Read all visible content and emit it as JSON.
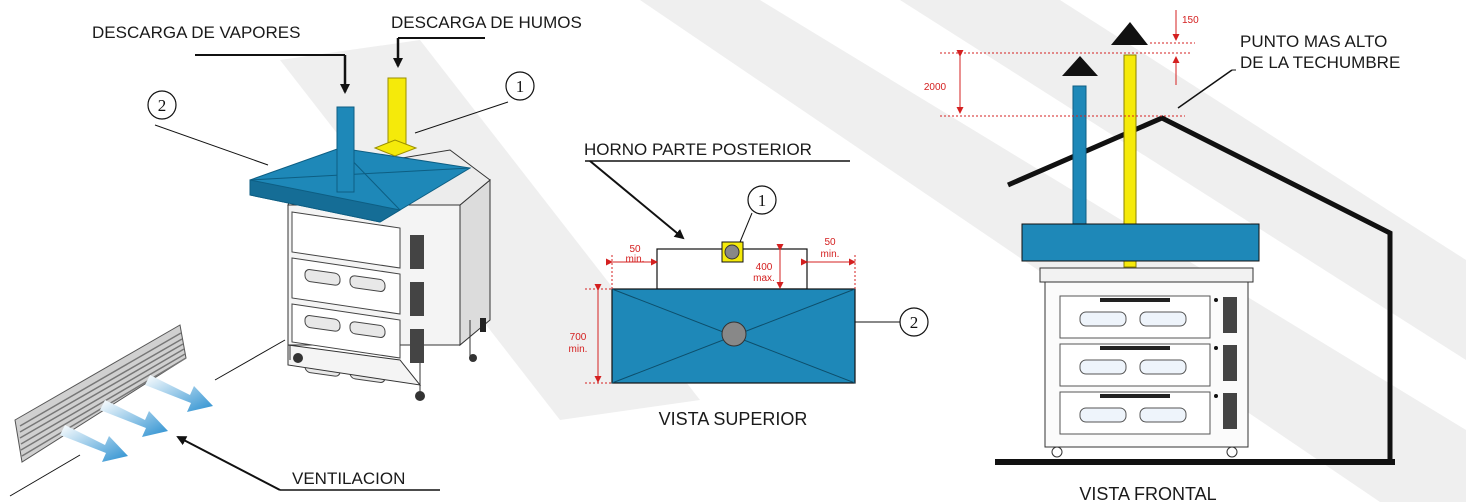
{
  "labels": {
    "descarga_vapores": "DESCARGA DE VAPORES",
    "descarga_humos": "DESCARGA DE HUMOS",
    "horno_parte_posterior": "HORNO PARTE POSTERIOR",
    "ventilacion": "VENTILACION",
    "punto_alto_line1": "PUNTO MAS ALTO",
    "punto_alto_line2": "DE LA TECHUMBRE",
    "vista_superior": "VISTA SUPERIOR",
    "vista_frontal": "VISTA FRONTAL"
  },
  "callouts": {
    "chimney": "1",
    "hood": "2"
  },
  "dimensions": {
    "left_value": "50",
    "left_unit": "min.",
    "right_value": "50",
    "right_unit": "min.",
    "depth_value": "400",
    "depth_unit": "max.",
    "hood_value": "700",
    "hood_unit": "min.",
    "height_value": "2000",
    "top_value": "150"
  },
  "colors": {
    "hood_blue": "#1e88b8",
    "chimney_yellow": "#f5ea0a",
    "dimension_red": "#d42020",
    "watermark": "#eeeeee"
  }
}
